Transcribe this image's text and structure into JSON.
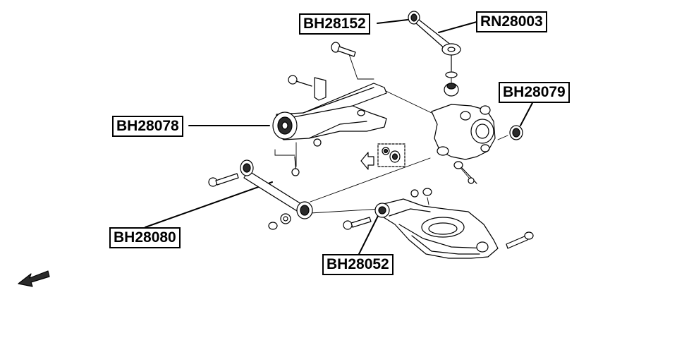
{
  "part_labels": {
    "bh28152": "BH28152",
    "rn28003": "RN28003",
    "bh28079": "BH28079",
    "bh28078": "BH28078",
    "bh28080": "BH28080",
    "bh28052": "BH28052"
  },
  "colors": {
    "line": "#000000",
    "background": "#ffffff",
    "bushing_fill": "#2b2b2b"
  },
  "icons": {
    "front_arrow": "arrow-left-icon",
    "direction_arrow": "hollow-arrow-left-icon"
  }
}
